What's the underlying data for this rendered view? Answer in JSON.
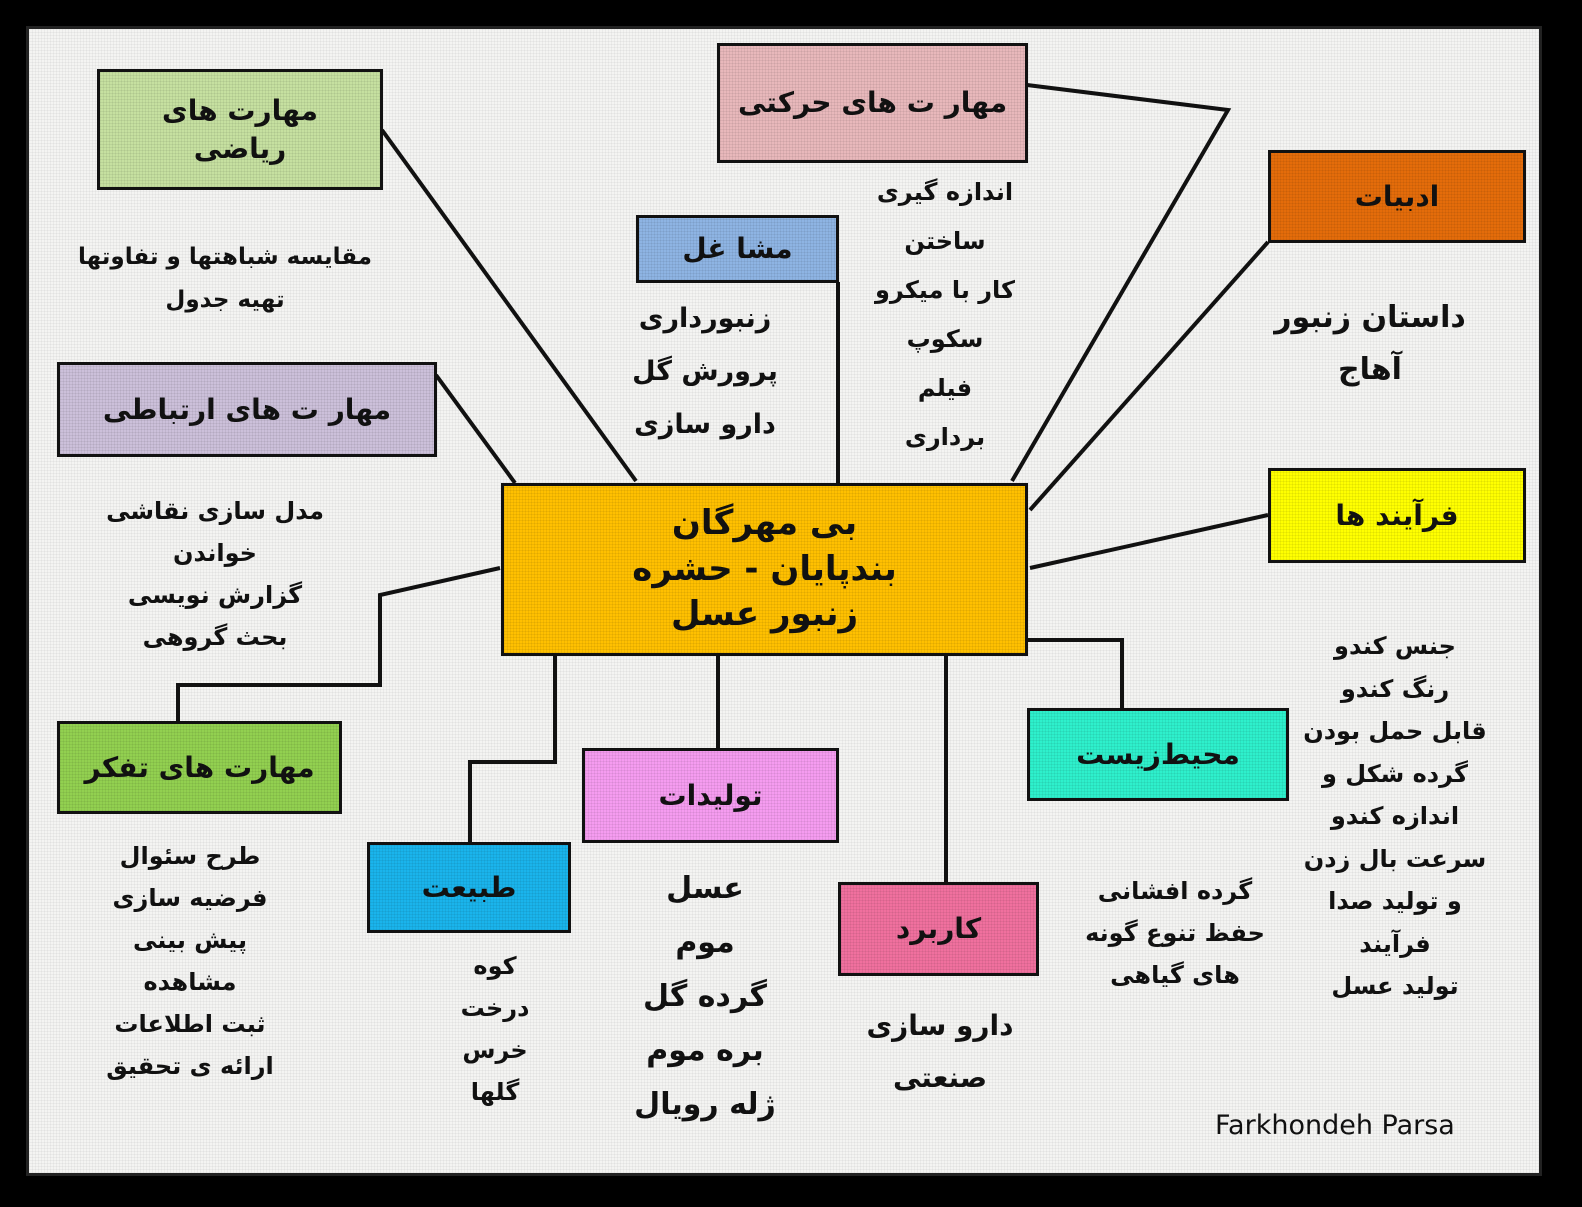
{
  "center": {
    "lines": [
      "بی مهرگان",
      "بندپایان - حشره",
      "زنبور عسل"
    ],
    "color": "#ffc000"
  },
  "nodes": {
    "riazi": {
      "title": [
        "مهارت های",
        "ریاضی"
      ],
      "color": "#c6e0a0",
      "items": [
        "مقایسه شباهتها و تفاوتها",
        "تهیه جدول"
      ]
    },
    "harekati": {
      "title": [
        "مهار ت های حرکتی"
      ],
      "color": "#e8b8bb",
      "items": [
        "اندازه گیری",
        "ساختن",
        "کار با میکرو",
        "سکوپ",
        "فیلم",
        "برداری"
      ]
    },
    "mashaghel": {
      "title": [
        "مشا غل"
      ],
      "color": "#8eb4e3",
      "items": [
        "زنبورداری",
        "پرورش گل",
        "دارو سازی"
      ]
    },
    "adabiat": {
      "title": [
        "ادبیات"
      ],
      "color": "#e46c0a",
      "items": [
        "داستان زنبور",
        "آهاج"
      ]
    },
    "ertebati": {
      "title": [
        "مهار ت های ارتباطی"
      ],
      "color": "#ccc0da",
      "items": [
        "مدل سازی نقاشی",
        "خواندن",
        "گزارش نویسی",
        "بحث گروهی"
      ]
    },
    "farayandha": {
      "title": [
        "فرآیند ها"
      ],
      "color": "#ffff00",
      "items": [
        "جنس کندو",
        "رنگ کندو",
        "قابل حمل بودن",
        "گرده شکل و",
        "اندازه کندو",
        "سرعت بال زدن",
        "و تولید صدا",
        "فرآیند",
        "تولید عسل"
      ]
    },
    "tafakkor": {
      "title": [
        "مهارت های تفکر"
      ],
      "color": "#92d050",
      "items": [
        "طرح سئوال",
        "فرضیه سازی",
        "پیش بینی",
        "مشاهده",
        "ثبت اطلاعات",
        "ارائه ی تحقیق"
      ]
    },
    "tabiat": {
      "title": [
        "طبیعت"
      ],
      "color": "#1ab4ec",
      "items": [
        "کوه",
        "درخت",
        "خرس",
        "گلها"
      ]
    },
    "tolidat": {
      "title": [
        "تولیدات"
      ],
      "color": "#f59cf0",
      "items": [
        "عسل",
        "موم",
        "گرده گل",
        "بره موم",
        "ژله رویال"
      ]
    },
    "karbord": {
      "title": [
        "کاربرد"
      ],
      "color": "#f0709e",
      "items": [
        "دارو سازی",
        "صنعتی"
      ]
    },
    "mohitzist": {
      "title": [
        "محیط‌زیست"
      ],
      "color": "#2ef0cc",
      "items": [
        "گرده افشانی",
        "حفظ تنوع گونه",
        "های گیاهی"
      ]
    }
  },
  "signature": "Farkhondeh Parsa"
}
